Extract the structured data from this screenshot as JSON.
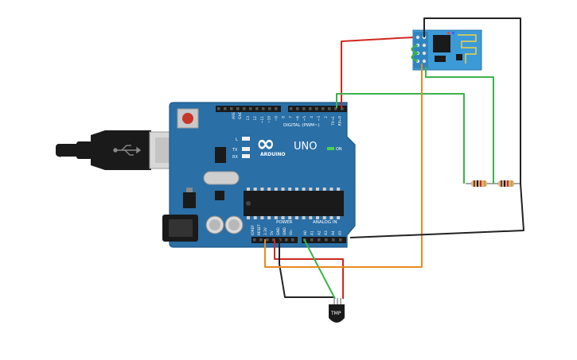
{
  "board": {
    "brand": "ARDUINO",
    "model": "UNO",
    "logo_symbol": "∞",
    "on_label": "ON",
    "l_label": "L",
    "tx_label": "TX",
    "rx_label": "RX",
    "digital_header": "DIGITAL (PWM~)",
    "power_header": "POWER",
    "analog_header": "ANALOG IN",
    "aref_label": "AREF",
    "gnd_label": "GND",
    "digital_pins": [
      "13",
      "12",
      "~11",
      "~10",
      "~9",
      "8",
      "7",
      "~6",
      "~5",
      "4",
      "~3",
      "2",
      "TX→1",
      "RX←0"
    ],
    "power_pins": [
      "IOREF",
      "RESET",
      "3.3V",
      "5V",
      "GND",
      "GND",
      "Vin"
    ],
    "analog_pins": [
      "A0",
      "A1",
      "A2",
      "A3",
      "A4",
      "A5"
    ]
  },
  "sensor": {
    "label": "TMP"
  },
  "colors": {
    "board": "#2a6fa6",
    "board_edge": "#1f5a8a",
    "wire_red": "#d0281e",
    "wire_green": "#3bb34a",
    "wire_orange": "#e58a1c",
    "wire_black": "#222222",
    "esp_board": "#3c9ad6",
    "usb_plug": "#1a1a1a"
  },
  "icons": [
    "usb-icon",
    "power-jack-icon",
    "reset-button-icon",
    "arduino-infinity-icon",
    "lightning-icon"
  ]
}
